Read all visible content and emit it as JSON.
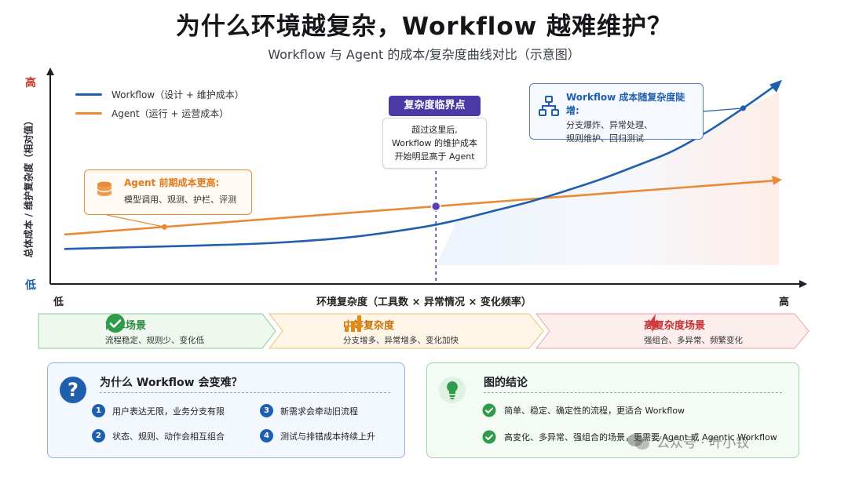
{
  "title": "为什么环境越复杂，Workflow 越难维护？",
  "subtitle": "Workflow 与 Agent 的成本/复杂度曲线对比（示意图）",
  "chart_data": {
    "type": "line",
    "xlabel": "环境复杂度（工具数 × 异常情况 × 变化频率）",
    "ylabel": "总体成本 / 维护复杂度（相对值）",
    "x_low": "低",
    "x_high": "高",
    "y_low": "低",
    "y_high": "高",
    "xlim": [
      0,
      100
    ],
    "ylim": [
      0,
      100
    ],
    "series": [
      {
        "name": "Workflow（设计 + 维护成本）",
        "color": "#1f5fae",
        "x": [
          0,
          10,
          20,
          30,
          40,
          50,
          55,
          60,
          65,
          70,
          75,
          80,
          85,
          90,
          95,
          100
        ],
        "values": [
          9,
          10,
          11,
          12.5,
          15.5,
          21,
          25,
          30,
          35,
          41,
          47.5,
          55,
          63,
          74,
          87,
          101
        ]
      },
      {
        "name": "Agent（运行 + 运营成本）",
        "color": "#e98a36",
        "x": [
          0,
          100
        ],
        "values": [
          17,
          47
        ]
      }
    ],
    "crossover_x": 52,
    "annotations": {
      "critical": {
        "tag": "复杂度临界点",
        "lines": [
          "超过这里后,",
          "Workflow 的维护成本",
          "开始明显高于 Agent"
        ]
      },
      "agent_early": {
        "title": "Agent 前期成本更高:",
        "body": "模型调用、观测、护栏、评测"
      },
      "workflow_growth": {
        "title": "Workflow 成本随复杂度陡增:",
        "lines": [
          "分支爆炸、异常处理、",
          "规则维护、回归测试"
        ]
      }
    }
  },
  "zones": [
    {
      "title": "简单场景",
      "desc": "流程稳定、规则少、变化低",
      "color": "#2e9c4a",
      "icon": "check-circle-icon"
    },
    {
      "title": "中等复杂度",
      "desc": "分支增多、异常增多、变化加快",
      "color": "#e08a18",
      "icon": "bar-chart-icon"
    },
    {
      "title": "高复杂度场景",
      "desc": "强组合、多异常、频繁变化",
      "color": "#d23b3b",
      "icon": "lightning-icon"
    }
  ],
  "why_panel": {
    "title": "为什么 Workflow 会变难？",
    "items": [
      {
        "num": "1",
        "text": "用户表达无限，业务分支有限"
      },
      {
        "num": "3",
        "text": "新需求会牵动旧流程"
      },
      {
        "num": "2",
        "text": "状态、规则、动作会相互组合"
      },
      {
        "num": "4",
        "text": "测试与排错成本持续上升"
      }
    ]
  },
  "conclusion_panel": {
    "title": "图的结论",
    "items": [
      "简单、稳定、确定性的流程，更适合 Workflow",
      "高变化、多异常、强组合的场景，更需要 Agent 或 Agentic Workflow"
    ]
  },
  "watermark": "公众号 · 叶小钗"
}
